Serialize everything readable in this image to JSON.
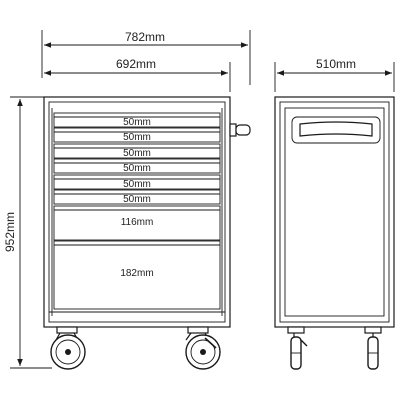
{
  "dimensions": {
    "overall_width": "782mm",
    "body_width": "692mm",
    "depth": "510mm",
    "height": "952mm"
  },
  "drawers": [
    {
      "label": "50mm"
    },
    {
      "label": "50mm"
    },
    {
      "label": "50mm"
    },
    {
      "label": "50mm"
    },
    {
      "label": "50mm"
    },
    {
      "label": "50mm"
    },
    {
      "label": "116mm"
    },
    {
      "label": "182mm"
    }
  ],
  "colors": {
    "line": "#1a1a1a",
    "background": "#ffffff"
  }
}
